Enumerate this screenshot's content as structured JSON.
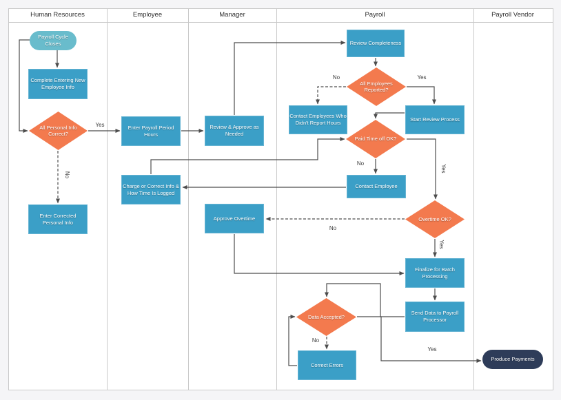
{
  "title": "Payroll process swimlane flowchart",
  "lanes": [
    {
      "label": "Human Resources"
    },
    {
      "label": "Employee"
    },
    {
      "label": "Manager"
    },
    {
      "label": "Payroll"
    },
    {
      "label": "Payroll Vendor"
    }
  ],
  "nodes": {
    "payroll_cycle_closes": {
      "label": "Payroll Cycle Closes",
      "shape": "start",
      "lane": "Human Resources"
    },
    "complete_entering_new_employee_info": {
      "label": "Complete Entering New Employee Info",
      "shape": "process",
      "lane": "Human Resources"
    },
    "all_personal_info_correct": {
      "label": "All Personal Info Correct?",
      "shape": "decision",
      "lane": "Human Resources"
    },
    "enter_corrected_personal_info": {
      "label": "Enter Corrected Personal Info",
      "shape": "process",
      "lane": "Human Resources"
    },
    "enter_payroll_period_hours": {
      "label": "Enter Payroll Period Hours",
      "shape": "process",
      "lane": "Employee"
    },
    "charge_or_correct_info": {
      "label": "Charge or Correct Info & How Time Is Logged",
      "shape": "process",
      "lane": "Employee"
    },
    "review_approve_as_needed": {
      "label": "Review & Approve as Needed",
      "shape": "process",
      "lane": "Manager"
    },
    "approve_overtime": {
      "label": "Approve Overtime",
      "shape": "process",
      "lane": "Manager"
    },
    "review_completeness": {
      "label": "Review Completeness",
      "shape": "process",
      "lane": "Payroll"
    },
    "all_employees_reported": {
      "label": "All Employees Reported?",
      "shape": "decision",
      "lane": "Payroll"
    },
    "contact_employees_who_didnt_report_hours": {
      "label": "Contact Employees Who Didn't Report Hours",
      "shape": "process",
      "lane": "Payroll"
    },
    "start_review_process": {
      "label": "Start Review Process",
      "shape": "process",
      "lane": "Payroll"
    },
    "paid_time_off_ok": {
      "label": "Paid Time off OK?",
      "shape": "decision",
      "lane": "Payroll"
    },
    "contact_employee": {
      "label": "Contact Employee",
      "shape": "process",
      "lane": "Payroll"
    },
    "overtime_ok": {
      "label": "Overtime OK?",
      "shape": "decision",
      "lane": "Payroll"
    },
    "finalize_for_batch_processing": {
      "label": "Finalize for Batch Processing",
      "shape": "process",
      "lane": "Payroll"
    },
    "send_data_to_payroll_processor": {
      "label": "Send Data to Payroll Processor",
      "shape": "process",
      "lane": "Payroll"
    },
    "data_accepted": {
      "label": "Data Accepted?",
      "shape": "decision",
      "lane": "Payroll"
    },
    "correct_errors": {
      "label": "Correct Errors",
      "shape": "process",
      "lane": "Payroll"
    },
    "produce_payments": {
      "label": "Produce Payments",
      "shape": "end",
      "lane": "Payroll Vendor"
    }
  },
  "edges": [
    {
      "from": "payroll_cycle_closes",
      "to": "complete_entering_new_employee_info",
      "label": "",
      "style": "solid"
    },
    {
      "from": "payroll_cycle_closes",
      "to": "all_personal_info_correct",
      "label": "",
      "style": "solid"
    },
    {
      "from": "all_personal_info_correct",
      "to": "enter_payroll_period_hours",
      "label": "Yes",
      "style": "solid"
    },
    {
      "from": "all_personal_info_correct",
      "to": "enter_corrected_personal_info",
      "label": "No",
      "style": "dashed",
      "label_rotated": true
    },
    {
      "from": "enter_payroll_period_hours",
      "to": "review_approve_as_needed",
      "label": "",
      "style": "solid"
    },
    {
      "from": "review_approve_as_needed",
      "to": "review_completeness",
      "label": "",
      "style": "solid"
    },
    {
      "from": "review_completeness",
      "to": "all_employees_reported",
      "label": "",
      "style": "solid"
    },
    {
      "from": "all_employees_reported",
      "to": "contact_employees_who_didnt_report_hours",
      "label": "No",
      "style": "dashed"
    },
    {
      "from": "all_employees_reported",
      "to": "start_review_process",
      "label": "Yes",
      "style": "solid"
    },
    {
      "from": "start_review_process",
      "to": "paid_time_off_ok",
      "label": "",
      "style": "solid"
    },
    {
      "from": "paid_time_off_ok",
      "to": "contact_employee",
      "label": "No",
      "style": "solid"
    },
    {
      "from": "paid_time_off_ok",
      "to": "overtime_ok",
      "label": "Yes",
      "style": "solid",
      "label_rotated": true
    },
    {
      "from": "contact_employee",
      "to": "charge_or_correct_info",
      "label": "",
      "style": "solid"
    },
    {
      "from": "charge_or_correct_info",
      "to": "paid_time_off_ok",
      "label": "",
      "style": "solid"
    },
    {
      "from": "overtime_ok",
      "to": "approve_overtime",
      "label": "No",
      "style": "dashed"
    },
    {
      "from": "overtime_ok",
      "to": "finalize_for_batch_processing",
      "label": "Yes",
      "style": "solid",
      "label_rotated": true
    },
    {
      "from": "approve_overtime",
      "to": "finalize_for_batch_processing",
      "label": "",
      "style": "solid"
    },
    {
      "from": "finalize_for_batch_processing",
      "to": "send_data_to_payroll_processor",
      "label": "",
      "style": "solid"
    },
    {
      "from": "send_data_to_payroll_processor",
      "to": "data_accepted",
      "label": "",
      "style": "solid"
    },
    {
      "from": "data_accepted",
      "to": "correct_errors",
      "label": "No",
      "style": "dashed"
    },
    {
      "from": "correct_errors",
      "to": "data_accepted",
      "label": "",
      "style": "solid"
    },
    {
      "from": "data_accepted",
      "to": "produce_payments",
      "label": "Yes",
      "style": "solid"
    }
  ],
  "colors": {
    "process": "#3B9FC7",
    "start": "#69BCCC",
    "decision": "#F37A4E",
    "end": "#2E3C59",
    "connector": "#4D4D4D",
    "lane_border": "#C9C9C9",
    "lane_bg": "#FFFFFF",
    "page_bg": "#F5F5F7",
    "header_text": "#2E2E2E",
    "label_text": "#3A3A3A"
  }
}
